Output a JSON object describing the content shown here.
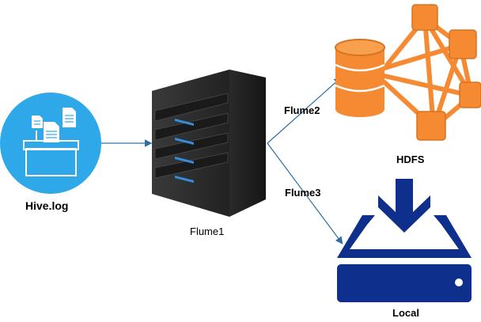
{
  "nodes": {
    "source": {
      "label": "Hive.log",
      "icon": "file-box-icon"
    },
    "agent": {
      "label": "Flume1",
      "icon": "server-icon"
    },
    "hdfs": {
      "label": "HDFS",
      "icon": "hdfs-cluster-icon"
    },
    "local": {
      "label": "Local",
      "icon": "download-drive-icon"
    }
  },
  "edges": {
    "to_hdfs": {
      "label": "Flume2"
    },
    "to_local": {
      "label": "Flume3"
    }
  },
  "colors": {
    "source_circle": "#2ea8e8",
    "server_body": "#2b2b2b",
    "server_led": "#2f8fe0",
    "hdfs_orange": "#f58a33",
    "hdfs_orange_dark": "#d8731f",
    "local_navy": "#0f2f8c",
    "arrow": "#2d6fa5"
  }
}
